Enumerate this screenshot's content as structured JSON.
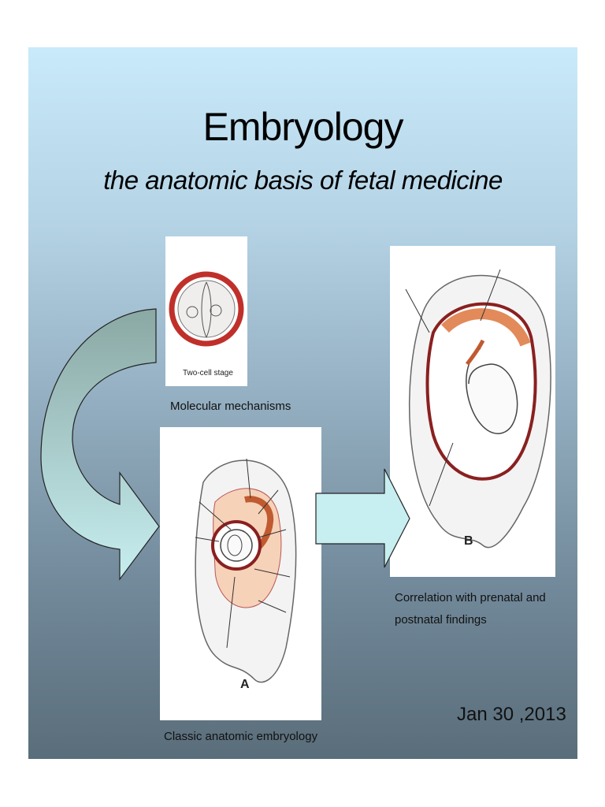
{
  "title": "Embryology",
  "subtitle": "the anatomic basis of fetal medicine",
  "panels": {
    "two_cell": {
      "label": "Two-cell stage",
      "caption": "Molecular mechanisms"
    },
    "figure_a": {
      "letter": "A",
      "caption": "Classic anatomic embryology"
    },
    "figure_b": {
      "letter": "B",
      "caption_line1": "Correlation with prenatal and",
      "caption_line2": "postnatal findings"
    }
  },
  "date": "Jan 30 ,2013",
  "colors": {
    "arrow_fill_top": "#8aa8a4",
    "arrow_fill_bottom": "#c7eef0",
    "placenta": "#e28a5a",
    "zona": "#c0302a"
  }
}
